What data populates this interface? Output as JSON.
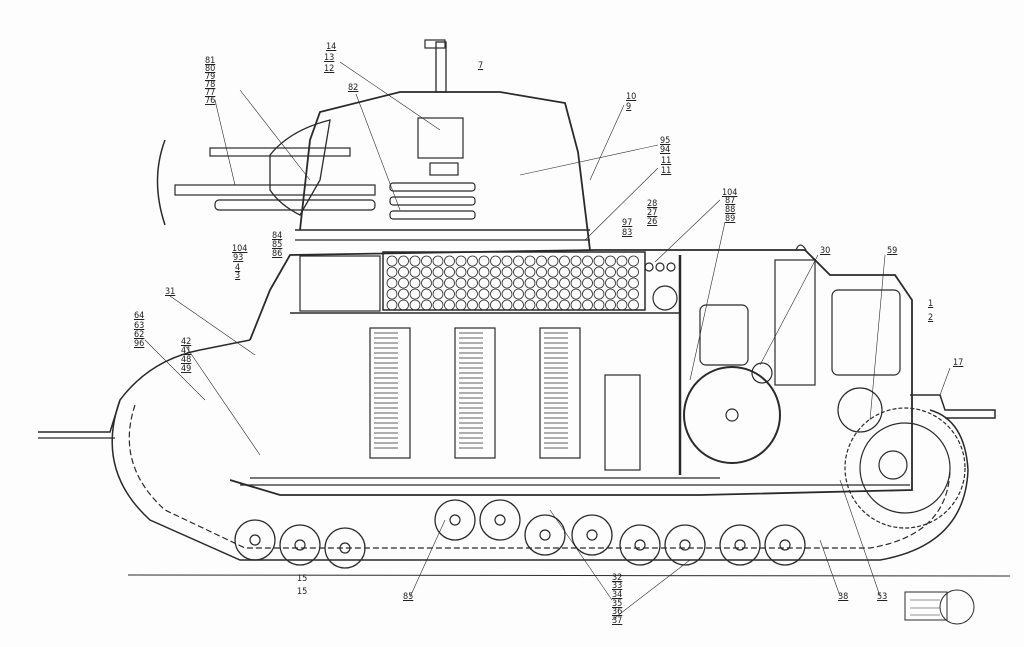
{
  "diagram": {
    "type": "tank cutaway side elevation",
    "labels": {
      "turret_top": [
        "14",
        "13",
        "12",
        "7",
        "82"
      ],
      "gun_group": [
        "81",
        "80",
        "79",
        "78",
        "77",
        "76"
      ],
      "turret_right": [
        "10",
        "9",
        "95",
        "94",
        "11",
        "11"
      ],
      "engine_top": [
        "104",
        "87",
        "88",
        "89",
        "28",
        "27",
        "26",
        "97",
        "83",
        "30",
        "59",
        "1",
        "2"
      ],
      "front_upper": [
        "84",
        "85",
        "86",
        "104",
        "93",
        "4",
        "3",
        "31"
      ],
      "front_lower": [
        "64",
        "63",
        "62",
        "96",
        "42",
        "41",
        "48",
        "49"
      ],
      "rear": [
        "17"
      ],
      "bottom": [
        "15",
        "15",
        "85",
        "32",
        "33",
        "34",
        "35",
        "36",
        "37",
        "38",
        "53"
      ]
    },
    "colors": {
      "ink": "#2a2a2a",
      "paper": "#fdfdfd"
    }
  }
}
